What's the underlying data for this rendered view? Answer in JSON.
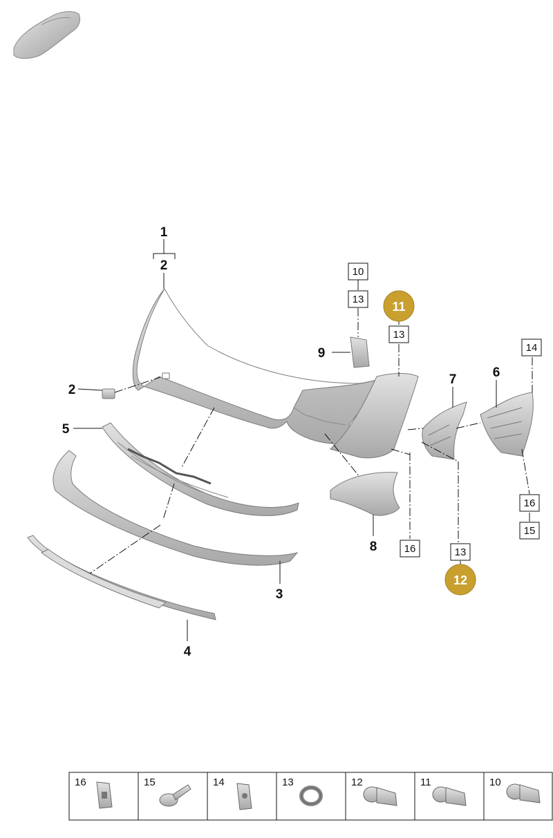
{
  "callouts": {
    "c1": "1",
    "c2_top": "2",
    "c2_clip": "2",
    "c3": "3",
    "c4": "4",
    "c5": "5",
    "c6": "6",
    "c7": "7",
    "c8": "8",
    "c9": "9"
  },
  "boxed_refs": {
    "b10_top": "10",
    "b13_upper": "13",
    "b13_right": "13",
    "b14": "14",
    "b16_right": "16",
    "b15_right": "15",
    "b16_mid": "16",
    "b13_lower": "13"
  },
  "badges": {
    "badge11": "11",
    "badge12": "12"
  },
  "colors": {
    "badge_gold": "#c9a02e",
    "part_fill": "#cfcfcf",
    "part_shadow": "#a9a9a9"
  },
  "legend": [
    {
      "number": "16",
      "icon": "spring-clip-icon"
    },
    {
      "number": "15",
      "icon": "expanding-rivet-icon"
    },
    {
      "number": "14",
      "icon": "clip-nut-icon"
    },
    {
      "number": "13",
      "icon": "sealing-ring-icon"
    },
    {
      "number": "12",
      "icon": "parking-sensor-icon"
    },
    {
      "number": "11",
      "icon": "parking-sensor-icon"
    },
    {
      "number": "10",
      "icon": "parking-sensor-icon"
    }
  ]
}
